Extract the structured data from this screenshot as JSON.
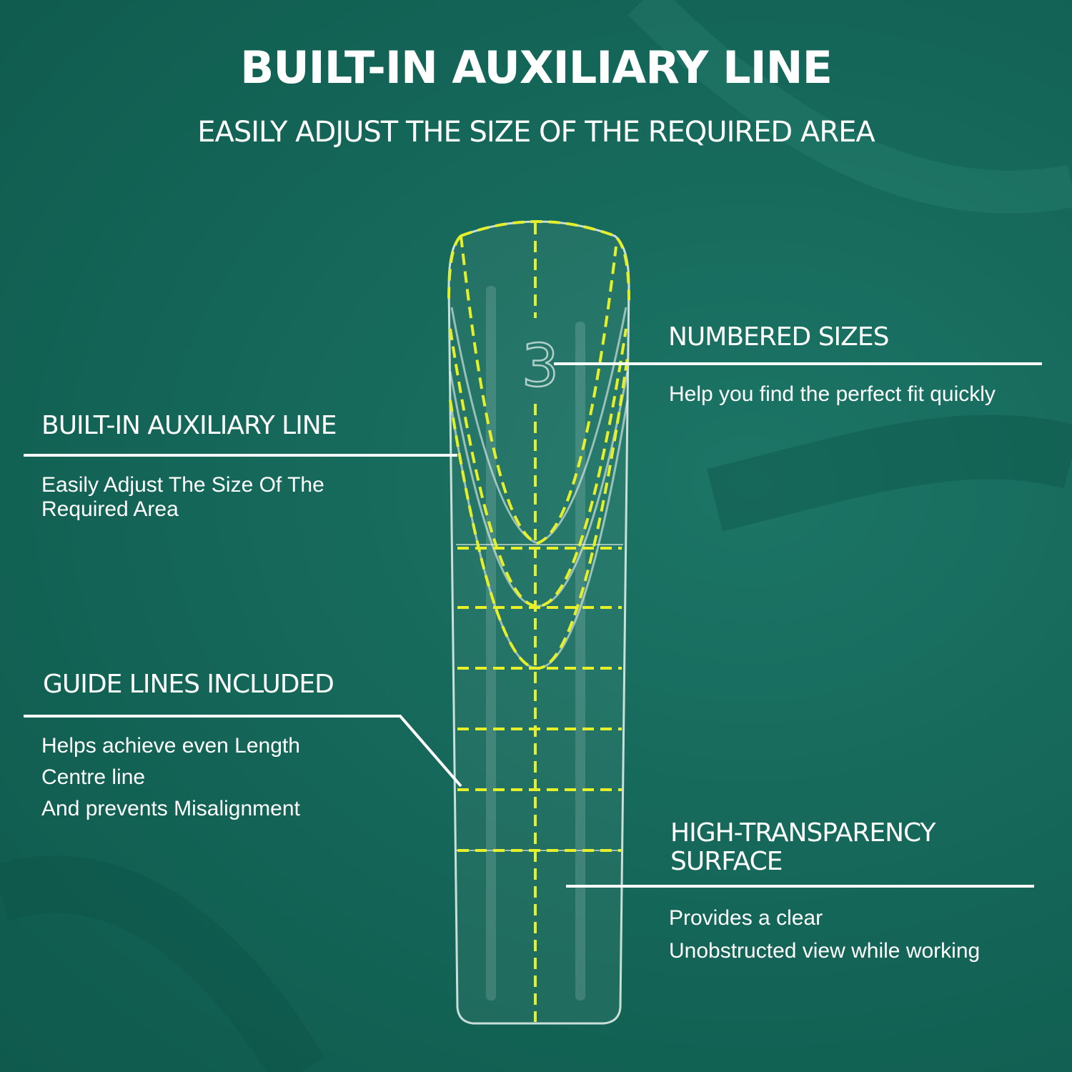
{
  "header": {
    "title": "BUILT-IN AUXILIARY LINE",
    "subtitle": "EASILY ADJUST THE SIZE OF THE REQUIRED AREA"
  },
  "nail": {
    "size_number": "3"
  },
  "callouts": {
    "numbered_sizes": {
      "heading": "NUMBERED SIZES",
      "desc": [
        "Help you find the perfect fit quickly"
      ]
    },
    "auxiliary_line": {
      "heading": "BUILT-IN AUXILIARY LINE",
      "desc": [
        "Easily Adjust The Size Of The",
        "Required Area"
      ]
    },
    "guide_lines": {
      "heading": "GUIDE LINES INCLUDED",
      "desc": [
        "Helps achieve even Length",
        "Centre line",
        "And prevents Misalignment"
      ]
    },
    "transparency": {
      "heading_lines": [
        "HIGH-TRANSPARENCY",
        "SURFACE"
      ],
      "desc": [
        "Provides a clear",
        "Unobstructed view while working"
      ]
    }
  },
  "colors": {
    "background": "#15685a",
    "text": "#ffffff",
    "guide": "#e6f02a"
  }
}
